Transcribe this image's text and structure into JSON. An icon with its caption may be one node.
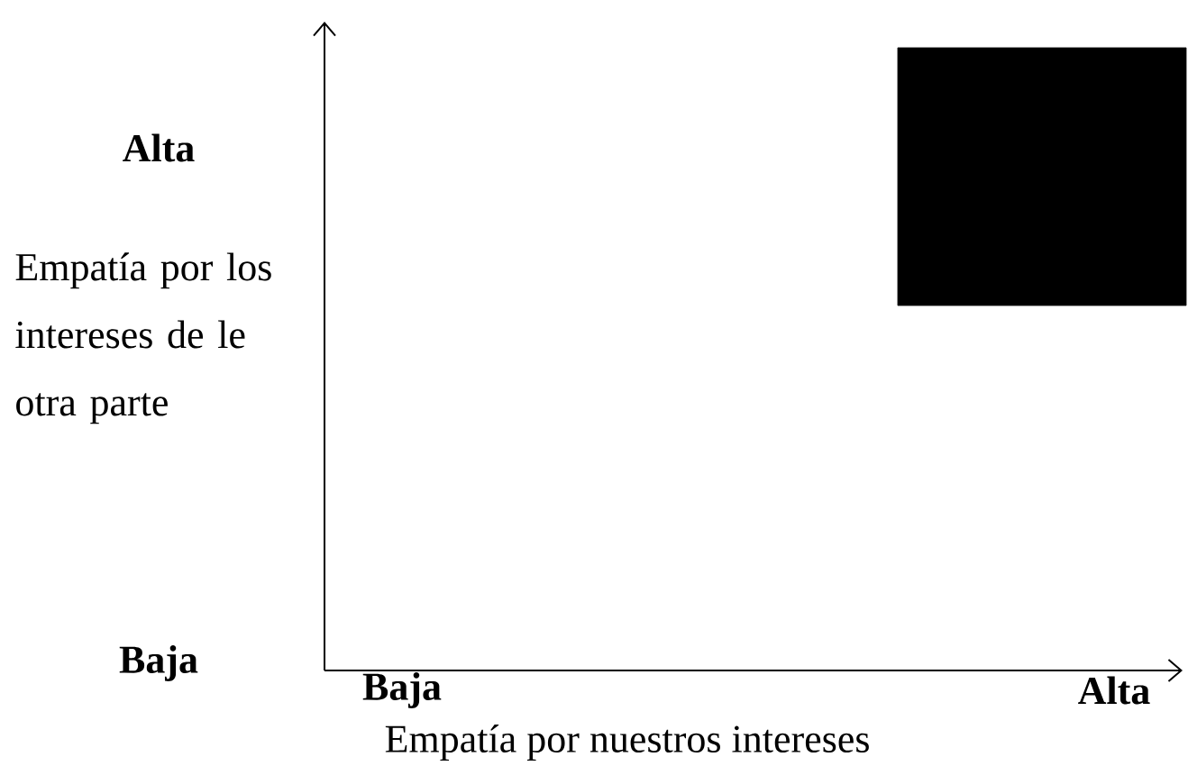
{
  "diagram": {
    "nodes": [
      {
        "text": [],
        "shape": "box"
      }
    ],
    "edges": [],
    "labels": [
      "Alta",
      "Empatía por los intereses de le otra parte",
      "Baja",
      "Baja",
      "Alta",
      "Empatía por nuestros intereses"
    ]
  }
}
